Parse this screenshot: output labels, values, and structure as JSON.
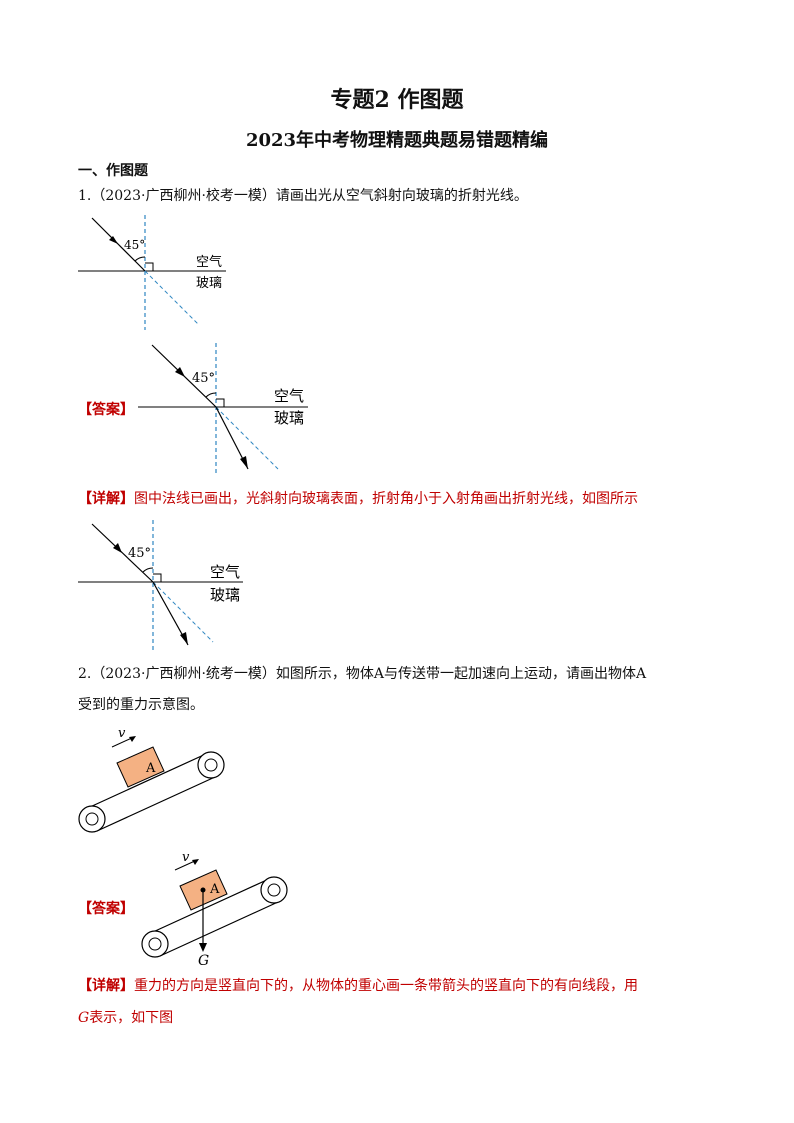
{
  "doc": {
    "title": "专题2  作图题",
    "subtitle": "2023年中考物理精题典题易错题精编",
    "section": "一、作图题"
  },
  "q1": {
    "number": "1.",
    "source": "（2023·广西柳州·校考一模）",
    "text": "请画出光从空气斜射向玻璃的折射光线。",
    "answer_label": "【答案】",
    "detail_label": "【详解】",
    "detail_text": "图中法线已画出，光斜射向玻璃表面，折射角小于入射角画出折射光线，如图所示",
    "fig": {
      "angle": "45°",
      "air": "空气",
      "glass": "玻璃"
    }
  },
  "q2": {
    "number": "2.",
    "source": "（2023·广西柳州·统考一模）",
    "text_line1": "如图所示，物体A与传送带一起加速向上运动，请画出物体A",
    "text_line2": "受到的重力示意图。",
    "answer_label": "【答案】",
    "detail_label": "【详解】",
    "detail_line1": "重力的方向是竖直向下的，从物体的重心画一条带箭头的竖直向下的有向线段，用",
    "detail_g": "G",
    "detail_line2": "表示，如下图",
    "fig": {
      "v": "v",
      "block": "A",
      "force": "G"
    }
  },
  "colors": {
    "accent": "#c00000",
    "dash": "#2e86c1",
    "block": "#f4b183"
  }
}
